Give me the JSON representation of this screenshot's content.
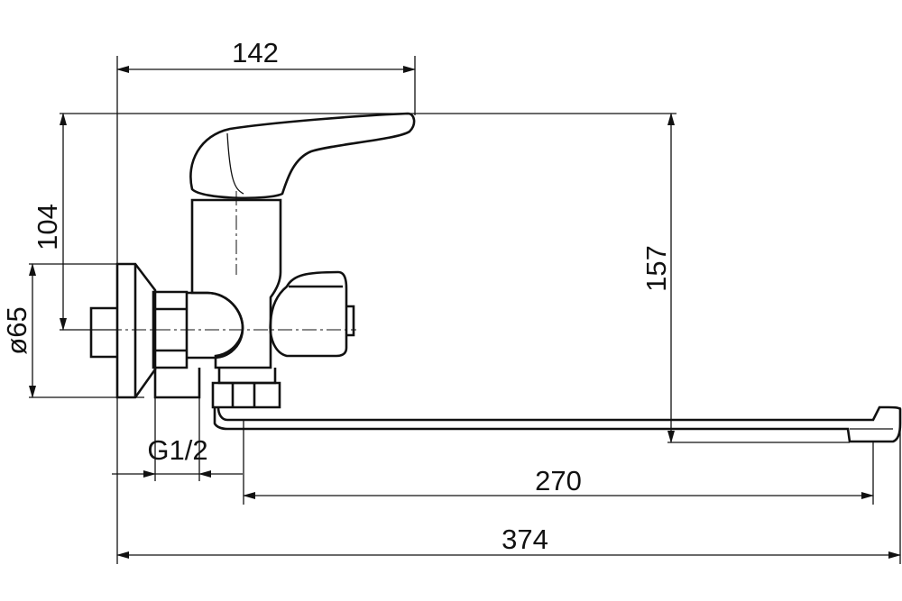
{
  "dimensions": {
    "width_top": "142",
    "height_left": "104",
    "diameter_flange": "ø65",
    "height_right": "157",
    "thread": "G1/2",
    "spout_reach": "270",
    "overall_width": "374"
  }
}
